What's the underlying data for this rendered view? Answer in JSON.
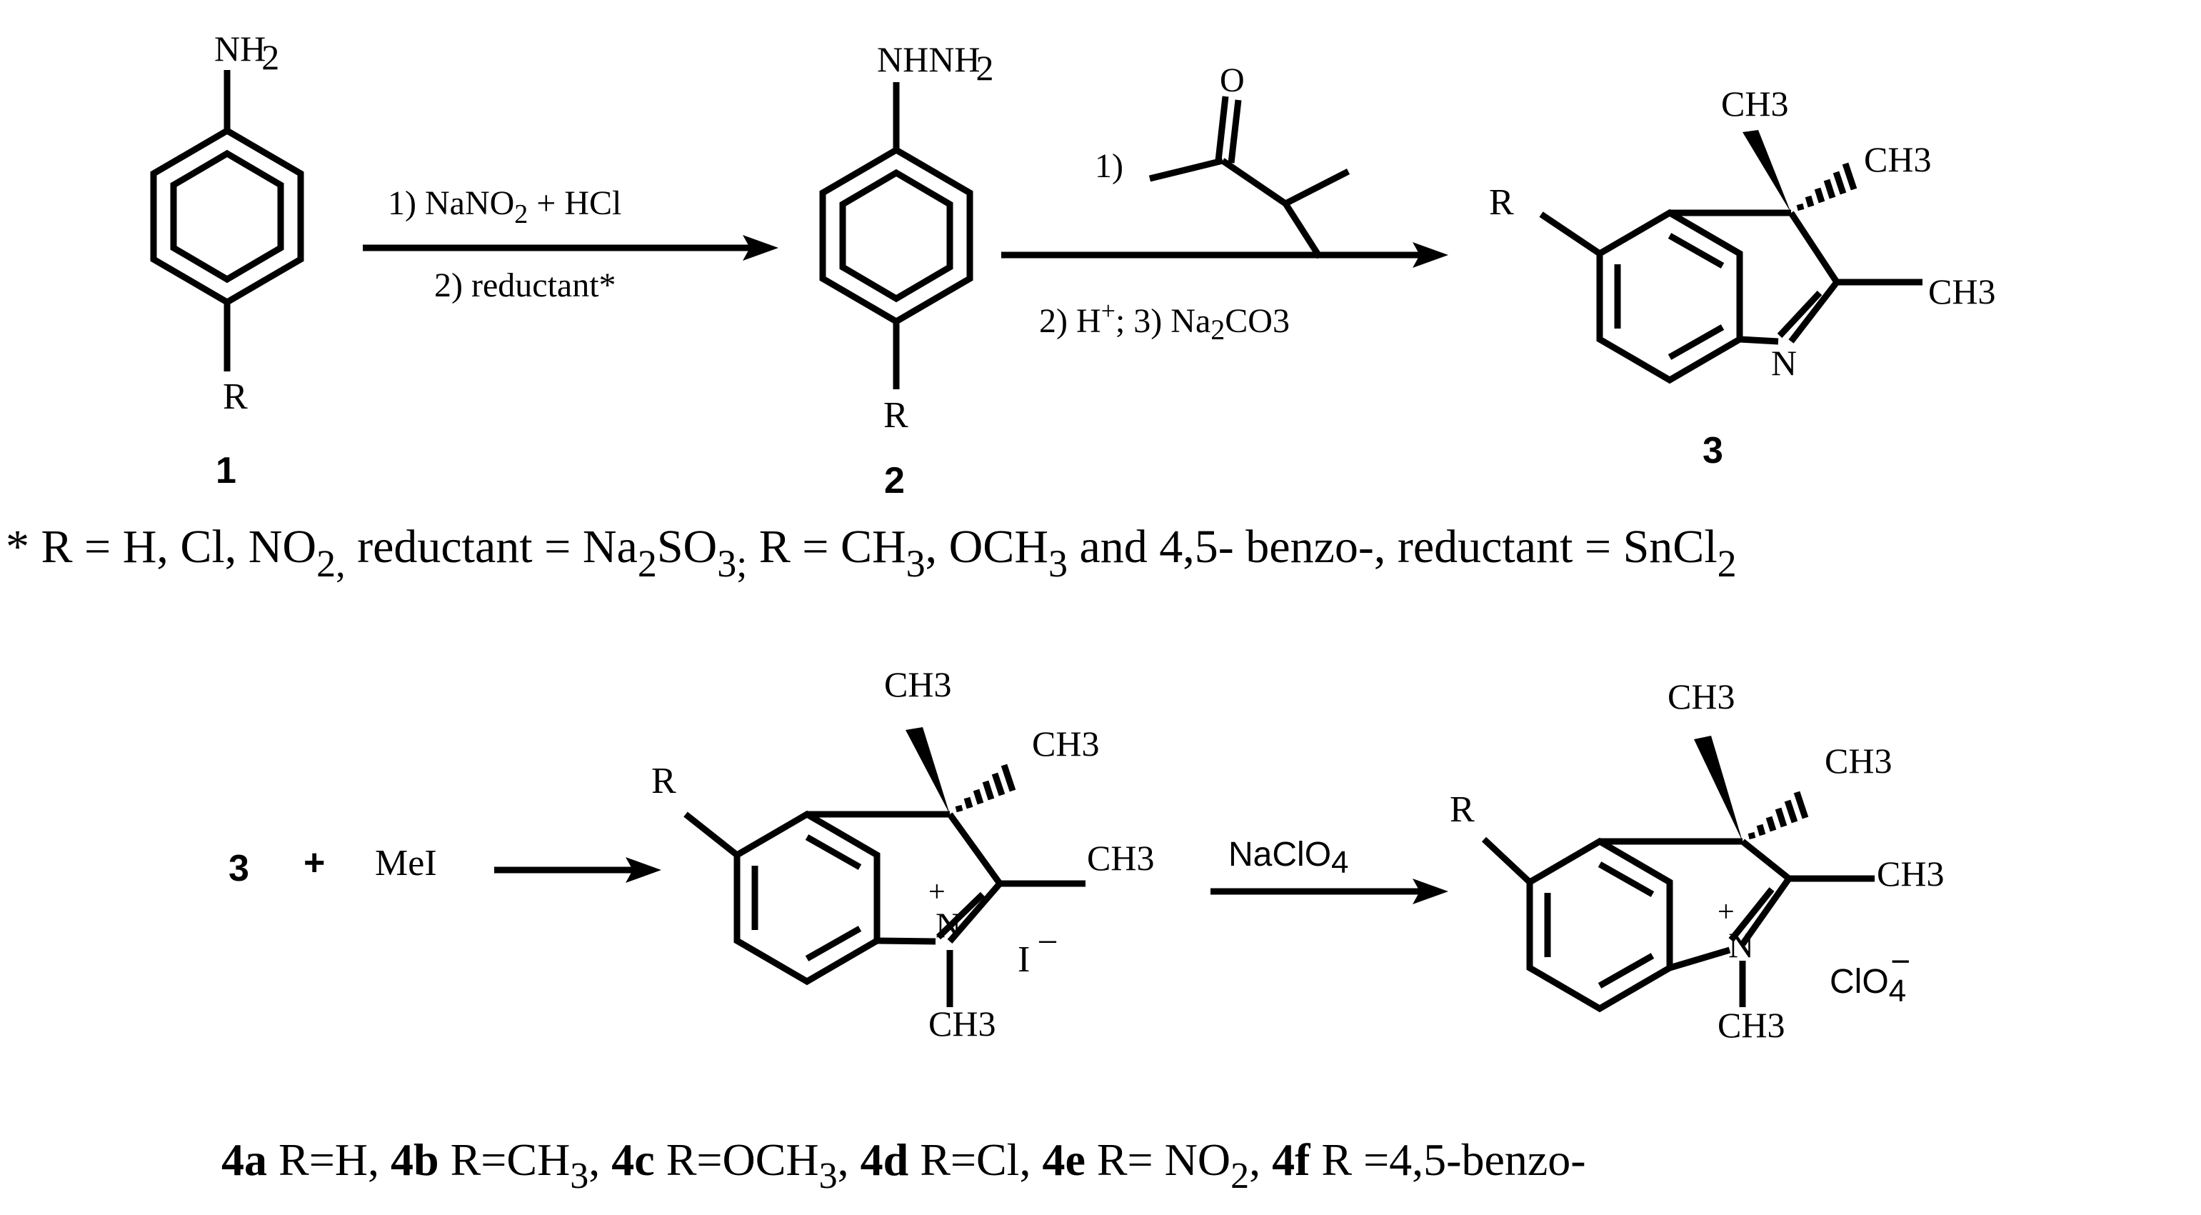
{
  "compounds": {
    "c1": {
      "number": "1",
      "top_group": "NH2",
      "sub": "R"
    },
    "c2": {
      "number": "2",
      "top_group": "NHNH2",
      "sub": "R"
    },
    "c3": {
      "number": "3",
      "r": "R",
      "me_top": "CH3",
      "me_right": "CH3",
      "me_c2": "CH3",
      "n": "N"
    },
    "iodide": {
      "r": "R",
      "me_top": "CH3",
      "me_right": "CH3",
      "me_c2": "CH3",
      "n": "N",
      "plus": "+",
      "me_n": "CH3",
      "anion": "I",
      "anion_charge": "−"
    },
    "perchlorate": {
      "r": "R",
      "me_top": "CH3",
      "me_right": "CH3",
      "me_c2": "CH3",
      "n": "N",
      "plus": "+",
      "me_n": "CH3",
      "anion": "ClO4",
      "anion_charge": "−"
    }
  },
  "step1": {
    "line1": "1)  NaNO2 + HCl",
    "line2": "2)  reductant*"
  },
  "step2": {
    "line1": "1)",
    "ketone_o": "O",
    "line2": "2)  H+ ;   3)  Na2CO3"
  },
  "footnote": "* R = H, Cl, NO2, reductant = Na2SO3; R = CH3, OCH3 and 4,5- benzo-, reductant = SnCl2",
  "row2": {
    "reactant": "3",
    "plus": "+",
    "reagent": "MeI"
  },
  "step3": {
    "reagent": "NaClO4"
  },
  "legend": "4a R=H, 4b R=CH3, 4c R=OCH3, 4d R=Cl, 4e R= NO2, 4f R =4,5-benzo-"
}
